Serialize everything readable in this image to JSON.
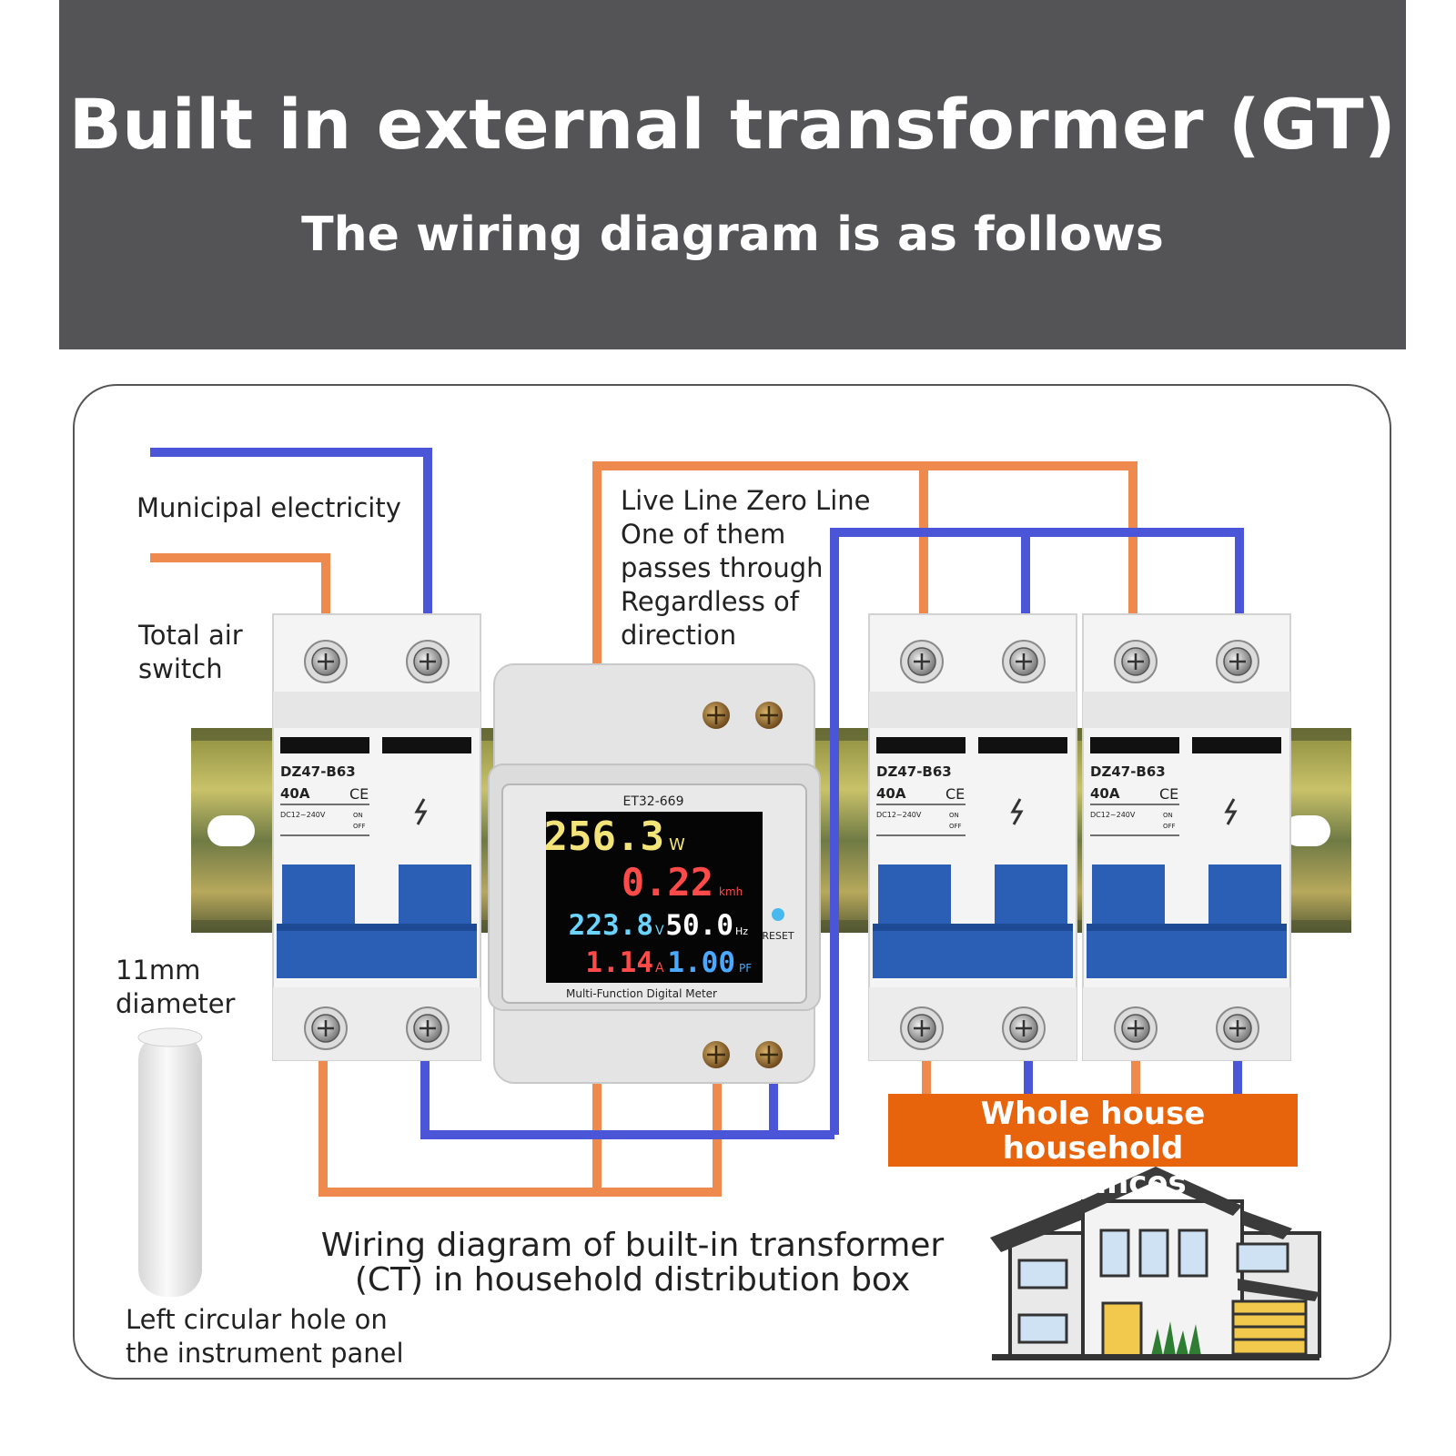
{
  "header": {
    "title": "Built in external transformer (GT)",
    "subtitle": "The wiring diagram is as follows"
  },
  "labels": {
    "municipal": "Municipal electricity",
    "total_switch": "Total air\nswitch",
    "live_zero": "Live Line Zero Line\nOne of them\npasses through\nRegardless of\ndirection",
    "diameter": "11mm\ndiameter",
    "hole": "Left circular hole on\nthe instrument panel",
    "caption": "Wiring diagram of built-in transformer\n(CT) in household distribution box",
    "appliances": "Whole house household\nappliances"
  },
  "breaker": {
    "model": "DZ47-B63",
    "rating": "40A",
    "ce": "CE",
    "spec": "DC12~240V",
    "on": "ON",
    "off": "OFF"
  },
  "meter": {
    "model": "ET32-669",
    "name": "Multi-Function Digital Meter",
    "reset_label": "RESET",
    "power": {
      "value": "256.3",
      "unit": "W"
    },
    "energy": {
      "value": "0.22",
      "unit": "kmh"
    },
    "voltage": {
      "value": "223.8",
      "unit": "V"
    },
    "frequency": {
      "value": "50.0",
      "unit": "Hz"
    },
    "current": {
      "value": "1.14",
      "unit": "A"
    },
    "power_factor": {
      "value": "1.00",
      "unit": "PF"
    }
  },
  "colors": {
    "header_bg": "#545356",
    "live_wire": "#ee8a4e",
    "neutral_wire": "#4a55d8",
    "breaker_handle": "#2a5fb5",
    "badge_bg": "#e8640c",
    "power_digits": "#f3e47a",
    "energy_digits": "#ff4a4a",
    "voltage_digits": "#6ad4ff",
    "frequency_digits": "#ffffff",
    "current_digits": "#ff4a4a",
    "pf_digits": "#4aa8ff"
  }
}
